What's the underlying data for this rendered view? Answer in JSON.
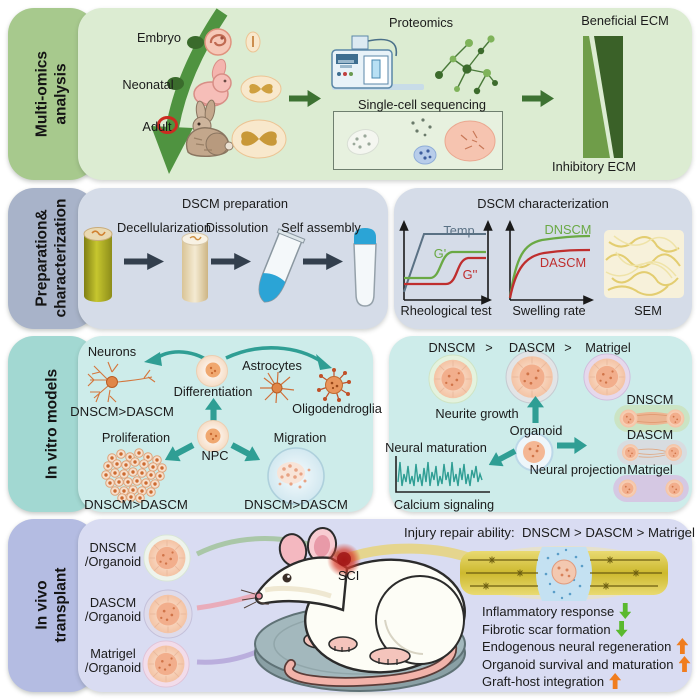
{
  "colors": {
    "panel1_sidebar": "#a7c98d",
    "panel1_card": "#dcecd2",
    "panel2_sidebar": "#a8b3c9",
    "panel2_card": "#d5dce8",
    "panel3_sidebar": "#a2d8d2",
    "panel3_card": "#cdecea",
    "pan4_sidebar": "#b4bce2",
    "panel4_card": "#d9dcf2",
    "green_arrow": "#4f9340",
    "dark_green_ecm": "#3a6128",
    "mid_green_ecm": "#6f9d49",
    "slate_arrow": "#333f4d",
    "teal_arrow": "#2f9e94",
    "curve_green": "#6aa944",
    "curve_red": "#bf2e2e",
    "curve_slate": "#5a7184",
    "tube_blue": "#2ba4d6",
    "down_arrow_green": "#5ab92e",
    "up_arrow_orange": "#f07d1e",
    "sci_red": "#c01818"
  },
  "multiomics": {
    "sidebar_line1": "Multi-omics",
    "sidebar_line2": "analysis",
    "stages": [
      {
        "label": "Embryo"
      },
      {
        "label": "Neonatal"
      },
      {
        "label": "Adult"
      }
    ],
    "proteomics_label": "Proteomics",
    "sequencing_label": "Single-cell sequencing",
    "beneficial_label": "Beneficial ECM",
    "inhibitory_label": "Inhibitory ECM"
  },
  "preparation": {
    "sidebar_line1": "Preparation&",
    "sidebar_line2": "characterization",
    "prep_title": "DSCM preparation",
    "steps": [
      {
        "label": "Decellularization"
      },
      {
        "label": "Dissolution"
      },
      {
        "label": "Self assembly"
      }
    ],
    "char_title": "DSCM characterization",
    "rheology": {
      "caption": "Rheological test",
      "temp_label": "Temp",
      "g_prime": "G'",
      "g_double_prime": "G''"
    },
    "swelling": {
      "caption": "Swelling rate",
      "dnscm_label": "DNSCM",
      "dascm_label": "DASCM"
    },
    "sem_caption": "SEM"
  },
  "invitro": {
    "sidebar": "In vitro models",
    "neurons_label": "Neurons",
    "astrocytes_label": "Astrocytes",
    "oligodendroglia_label": "Oligodendroglia",
    "differentiation_label": "Differentiation",
    "npc_label": "NPC",
    "proliferation_label": "Proliferation",
    "migration_label": "Migration",
    "comparison_neurons": "DNSCM>DASCM",
    "comparison_proliferation": "DNSCM>DASCM",
    "comparison_migration": "DNSCM>DASCM",
    "ranking": [
      "DNSCM",
      ">",
      "DASCM",
      ">",
      "Matrigel"
    ],
    "neurite_growth_label": "Neurite growth",
    "organoid_label": "Organoid",
    "neural_maturation_label": "Neural maturation",
    "calcium_caption": "Calcium signaling",
    "neural_projection_label": "Neural projection",
    "capsules": [
      {
        "label": "DNSCM"
      },
      {
        "label": "DASCM"
      },
      {
        "label": "Matrigel"
      }
    ]
  },
  "invivo": {
    "sidebar_line1": "In vivo",
    "sidebar_line2": "transplant",
    "groups": [
      {
        "line1": "DNSCM",
        "line2": "/Organoid"
      },
      {
        "line1": "DASCM",
        "line2": "/Organoid"
      },
      {
        "line1": "Matrigel",
        "line2": "/Organoid"
      }
    ],
    "sci_label": "SCI",
    "ranking_label": "Injury repair ability:  DNSCM > DASCM > Matrigel",
    "outcomes": [
      {
        "label": "Inflammatory response",
        "direction": "down"
      },
      {
        "label": "Fibrotic scar formation",
        "direction": "down"
      },
      {
        "label": "Endogenous neural regeneration",
        "direction": "up"
      },
      {
        "label": "Organoid survival and maturation",
        "direction": "up"
      },
      {
        "label": "Graft-host integration",
        "direction": "up"
      }
    ]
  }
}
